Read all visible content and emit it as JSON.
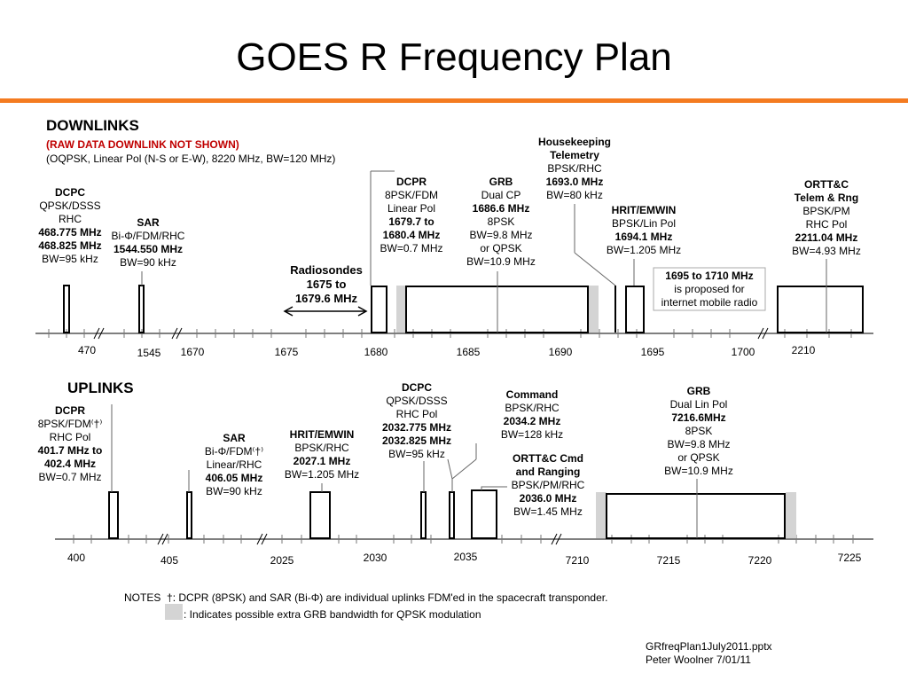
{
  "title": "GOES R Frequency Plan",
  "colors": {
    "accent": "#f47b20",
    "shade": "#d4d4d4",
    "text": "#000000",
    "alert": "#c00000"
  },
  "downlinks": {
    "header": "DOWNLINKS",
    "note_red": "(RAW DATA DOWNLINK NOT SHOWN)",
    "note": "(OQPSK, Linear Pol (N-S or E-W), 8220 MHz, BW=120 MHz)",
    "radiosondes": {
      "l1": "Radiosondes",
      "l2": "1675 to",
      "l3": "1679.6 MHz"
    },
    "mobile": {
      "l1": "1695 to 1710 MHz",
      "l2": "is proposed for",
      "l3": "internet mobile radio"
    },
    "labels": [
      {
        "id": "dcpc",
        "lines": [
          "DCPC",
          "QPSK/DSSS",
          "RHC",
          "468.775 MHz",
          "468.825 MHz",
          "BW=95 kHz"
        ],
        "bold": [
          0,
          3,
          4
        ]
      },
      {
        "id": "sar",
        "lines": [
          "SAR",
          "Bi-Φ/FDM/RHC",
          "1544.550 MHz",
          "BW=90 kHz"
        ],
        "bold": [
          0,
          2
        ]
      },
      {
        "id": "dcpr",
        "lines": [
          "DCPR",
          "8PSK/FDM",
          "Linear Pol",
          "1679.7 to",
          "1680.4 MHz",
          "BW=0.7 MHz"
        ],
        "bold": [
          0,
          3,
          4
        ]
      },
      {
        "id": "grb",
        "lines": [
          "GRB",
          "Dual CP",
          "1686.6 MHz",
          "8PSK",
          "BW=9.8 MHz",
          "or QPSK",
          "BW=10.9 MHz"
        ],
        "bold": [
          0,
          2
        ]
      },
      {
        "id": "hk",
        "lines": [
          "Housekeeping",
          "Telemetry",
          "BPSK/RHC",
          "1693.0 MHz",
          "BW=80 kHz"
        ],
        "bold": [
          0,
          1,
          3
        ]
      },
      {
        "id": "hrit",
        "lines": [
          "HRIT/EMWIN",
          "BPSK/Lin Pol",
          "1694.1 MHz",
          "BW=1.205 MHz"
        ],
        "bold": [
          0,
          2
        ]
      },
      {
        "id": "ortt",
        "lines": [
          "ORTT&C",
          "Telem & Rng",
          "BPSK/PM",
          "RHC Pol",
          "2211.04 MHz",
          "BW=4.93 MHz"
        ],
        "bold": [
          0,
          1,
          4
        ]
      }
    ],
    "ticks": [
      "470",
      "1545",
      "1670",
      "1675",
      "1680",
      "1685",
      "1690",
      "1695",
      "1700",
      "2210"
    ]
  },
  "uplinks": {
    "header": "UPLINKS",
    "labels": [
      {
        "id": "dcpr",
        "lines": [
          "DCPR",
          "8PSK/FDM⁽†⁾",
          "RHC Pol",
          "401.7 MHz to",
          "402.4 MHz",
          "BW=0.7 MHz"
        ],
        "bold": [
          0,
          3,
          4
        ]
      },
      {
        "id": "sar",
        "lines": [
          "SAR",
          "Bi-Φ/FDM⁽†⁾",
          "Linear/RHC",
          "406.05 MHz",
          "BW=90 kHz"
        ],
        "bold": [
          0,
          3
        ]
      },
      {
        "id": "hrit",
        "lines": [
          "HRIT/EMWIN",
          "BPSK/RHC",
          "2027.1 MHz",
          "BW=1.205 MHz"
        ],
        "bold": [
          0,
          2
        ]
      },
      {
        "id": "dcpc",
        "lines": [
          "DCPC",
          "QPSK/DSSS",
          "RHC Pol",
          "2032.775 MHz",
          "2032.825 MHz",
          "BW=95 kHz"
        ],
        "bold": [
          0,
          3,
          4
        ]
      },
      {
        "id": "cmd",
        "lines": [
          "Command",
          "BPSK/RHC",
          "2034.2 MHz",
          "BW=128 kHz"
        ],
        "bold": [
          0,
          2
        ]
      },
      {
        "id": "orttcmd",
        "lines": [
          "ORTT&C Cmd",
          "and Ranging",
          "BPSK/PM/RHC",
          "2036.0 MHz",
          "BW=1.45 MHz"
        ],
        "bold": [
          0,
          1,
          3
        ]
      },
      {
        "id": "grb",
        "lines": [
          "GRB",
          "Dual Lin Pol",
          "7216.6MHz",
          "8PSK",
          "BW=9.8 MHz",
          "or QPSK",
          "BW=10.9 MHz"
        ],
        "bold": [
          0,
          2
        ]
      }
    ],
    "ticks": [
      "400",
      "405",
      "2025",
      "2030",
      "2035",
      "7210",
      "7215",
      "7220",
      "7225"
    ]
  },
  "notes": {
    "prefix": "NOTES",
    "dagger": "†: DCPR (8PSK) and SAR (Bi-Φ) are individual uplinks FDM'ed in the spacecraft transponder.",
    "shade": ": Indicates possible extra GRB bandwidth for QPSK modulation"
  },
  "footer": {
    "file": "GRfreqPlan1July2011.pptx",
    "author": "Peter Woolner  7/01/11"
  }
}
